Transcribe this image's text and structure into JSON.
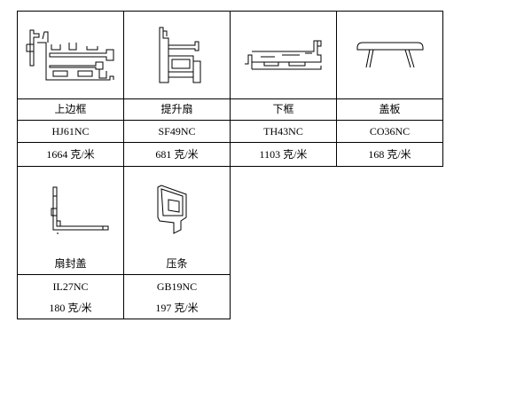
{
  "products": [
    {
      "name": "上边框",
      "code": "HJ61NC",
      "weight": "1664 克/米",
      "icon": "upper-frame-profile-icon"
    },
    {
      "name": "提升扇",
      "code": "SF49NC",
      "weight": "681 克/米",
      "icon": "lift-sash-profile-icon"
    },
    {
      "name": "下框",
      "code": "TH43NC",
      "weight": "1103 克/米",
      "icon": "lower-frame-profile-icon"
    },
    {
      "name": "盖板",
      "code": "CO36NC",
      "weight": "168 克/米",
      "icon": "cover-plate-profile-icon"
    },
    {
      "name": "扇封盖",
      "code": "IL27NC",
      "weight": "180 克/米",
      "icon": "sash-cap-profile-icon"
    },
    {
      "name": "压条",
      "code": "GB19NC",
      "weight": "197 克/米",
      "icon": "glazing-bead-profile-icon"
    }
  ]
}
